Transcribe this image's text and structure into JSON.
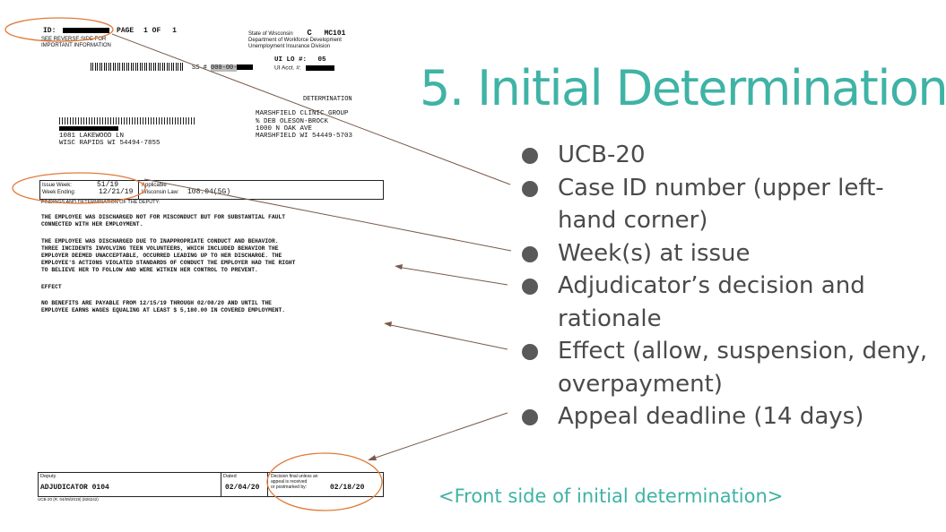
{
  "slide": {
    "title": "5. Initial Determination",
    "bullets": [
      "UCB-20",
      "Case ID number (upper left-hand corner)",
      "Week(s) at issue",
      "Adjudicator’s decision and rationale",
      "Effect (allow, suspension, deny, overpayment)",
      "Appeal deadline (14 days)"
    ],
    "caption": "<Front side of initial determination>"
  },
  "document": {
    "header": {
      "id_label": "ID:",
      "page_label": "PAGE",
      "page_num": "1 OF",
      "page_total": "1",
      "see_reverse": "SEE REVERSE SIDE FOR",
      "important_info": "IMPORTANT INFORMATION",
      "state_line": "State of Wisconsin",
      "form_letter": "C",
      "form_code": "MC101",
      "dept": "Department of Workforce Development",
      "division": "Unemployment Insurance Division",
      "ss_label": "SS #",
      "ss_value": "000-00-",
      "ui_lo_label": "UI LO #:",
      "ui_lo_value": "05",
      "ui_acct_label": "UI Acct. #:",
      "doc_type": "DETERMINATION"
    },
    "employer": {
      "name": "MARSHFIELD CLINIC GROUP",
      "attn": "% DEB OLESON-BROCK",
      "street": "1000 N OAK AVE",
      "city": "MARSHFIELD WI  54449-5703"
    },
    "claimant": {
      "street": "1081 LAKEWOOD LN",
      "city": "WISC RAPIDS  WI 54494-7855"
    },
    "issue": {
      "issue_week_label": "Issue Week:",
      "issue_week": "51/19",
      "week_ending_label": "Week Ending:",
      "week_ending": "12/21/19",
      "applicable_label": "Applicable",
      "wisconsin_law_label": "Wisconsin Law:",
      "law": "108.04(5G)"
    },
    "findings_label": "FINDINGS AND DETERMINATION OF THE DEPUTY:",
    "para1": [
      "THE EMPLOYEE WAS DISCHARGED NOT FOR MISCONDUCT BUT FOR SUBSTANTIAL FAULT",
      "CONNECTED WITH HER EMPLOYMENT."
    ],
    "para2": [
      "THE EMPLOYEE WAS DISCHARGED DUE TO INAPPROPRIATE CONDUCT AND BEHAVIOR.",
      "THREE INCIDENTS INVOLVING TEEN VOLUNTEERS, WHICH INCLUDED BEHAVIOR THE",
      "EMPLOYER DEEMED UNACCEPTABLE, OCCURRED LEADING UP TO HER DISCHARGE.  THE",
      "EMPLOYEE'S ACTIONS VIOLATED STANDARDS OF CONDUCT THE EMPLOYER HAD THE RIGHT",
      "TO BELIEVE HER TO FOLLOW AND WERE WITHIN HER CONTROL TO PREVENT."
    ],
    "effect_label": "EFFECT",
    "effect": [
      "NO BENEFITS ARE PAYABLE FROM 12/15/19 THROUGH 02/08/20 AND UNTIL THE",
      "EMPLOYEE EARNS WAGES EQUALING AT LEAST $ 5,180.00 IN COVERED EMPLOYMENT."
    ],
    "footer": {
      "deputy_label": "Deputy",
      "deputy": "ADJUDICATOR 0104",
      "dated_label": "Dated",
      "dated": "02/04/20",
      "final_l1": "Decision final unless an",
      "final_l2": "appeal is received",
      "final_l3": "or postmarked by:",
      "deadline": "02/18/20",
      "form_id": "UCB-20 (R. 04/09/2019) (826242)"
    }
  },
  "colors": {
    "title": "#3fb3a5",
    "bullet_text": "#4a4a4a",
    "bullet_dot": "#595959",
    "highlight_oval": "#e07b39",
    "pointer_line": "#7a5a4a"
  }
}
